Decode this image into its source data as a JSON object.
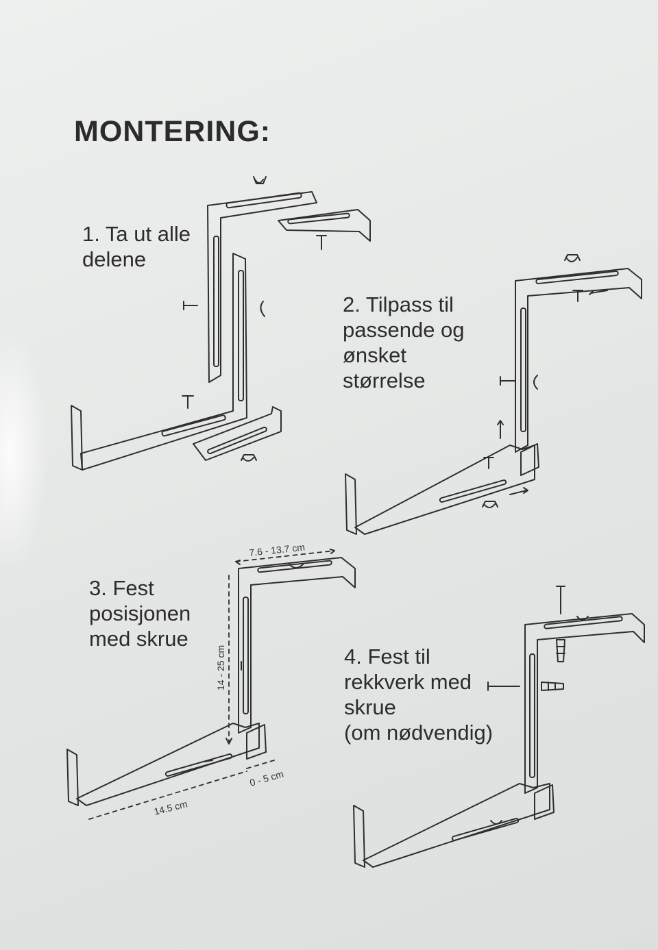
{
  "heading": "MONTERING:",
  "steps": [
    {
      "text": "1. Ta ut alle\ndelene"
    },
    {
      "text": "2. Tilpass til\npassende og\nønsket\nstørrelse"
    },
    {
      "text": "3. Fest\nposisjonen\nmed skrue"
    },
    {
      "text": "4. Fest til\nrekkverk med\nskrue\n(om nødvendig)"
    }
  ],
  "dimensions": {
    "top_width": "7.6 - 13.7 cm",
    "height": "14 - 25 cm",
    "extension": "0 - 5 cm",
    "bottom_width": "14.5 cm"
  },
  "colors": {
    "paper": "#e6e8e7",
    "ink": "#2a2a2a"
  }
}
